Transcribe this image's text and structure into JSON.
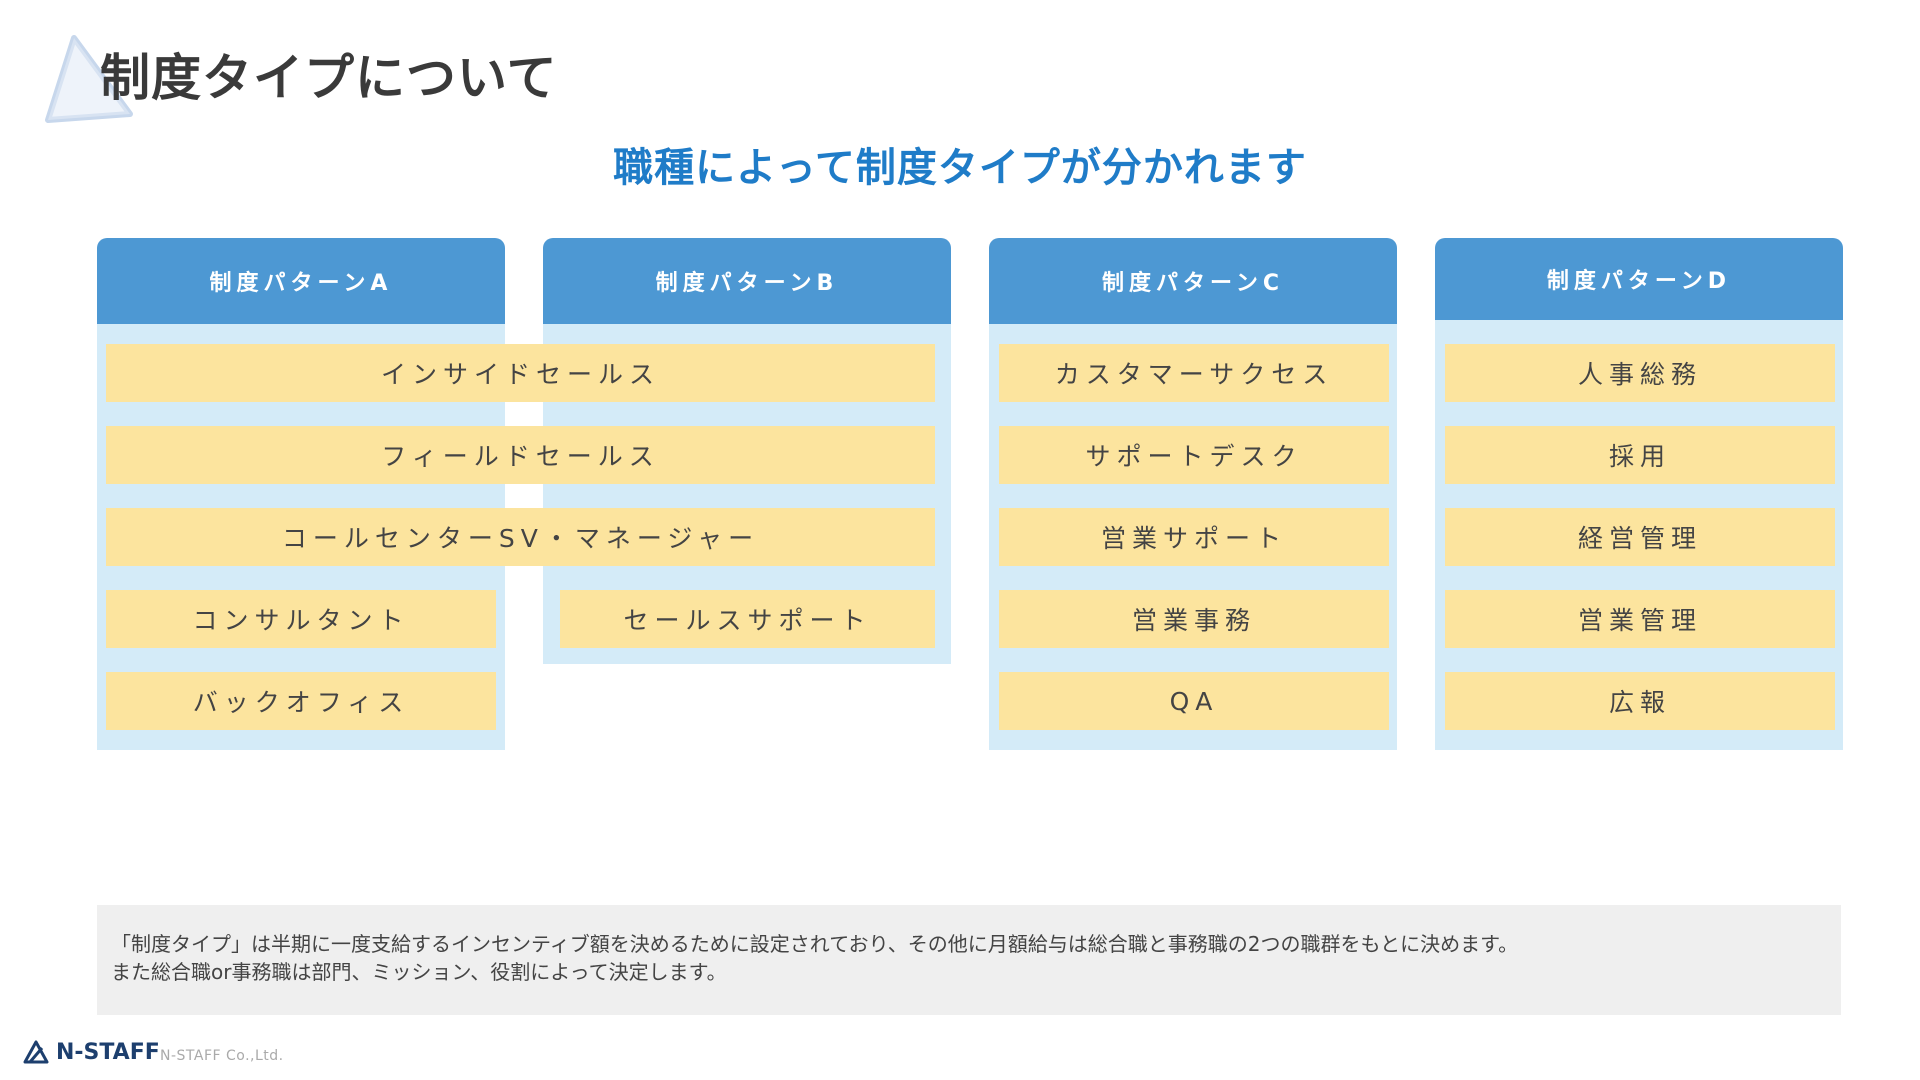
{
  "header": {
    "title": "制度タイプについて",
    "subtitle": "職種によって制度タイプが分かれます"
  },
  "columns": [
    {
      "label": "制度パターンA"
    },
    {
      "label": "制度パターンB"
    },
    {
      "label": "制度パターンC"
    },
    {
      "label": "制度パターンD"
    }
  ],
  "shared_roles": [
    "インサイドセールス",
    "フィールドセールス",
    "コールセンターSV・マネージャー"
  ],
  "pattern_a_roles": [
    "コンサルタント",
    "バックオフィス"
  ],
  "pattern_b_roles": [
    "セールスサポート"
  ],
  "pattern_c_roles": [
    "カスタマーサクセス",
    "サポートデスク",
    "営業サポート",
    "営業事務",
    "QA"
  ],
  "pattern_d_roles": [
    "人事総務",
    "採用",
    "経営管理",
    "営業管理",
    "広報"
  ],
  "note": {
    "line1": "「制度タイプ」は半期に一度支給するインセンティブ額を決めるために設定されており、その他に月額給与は総合職と事務職の2つの職群をもとに決めます。",
    "line2": "また総合職or事務職は部門、ミッション、役割によって決定します。"
  },
  "footer": {
    "brand": "N-STAFF",
    "company": "N-STAFF Co.,Ltd."
  },
  "colors": {
    "header_blue": "#4d98d3",
    "column_bg": "#d4ebf8",
    "cell_yellow": "#fce49e",
    "subtitle_blue": "#1f7cc8"
  }
}
